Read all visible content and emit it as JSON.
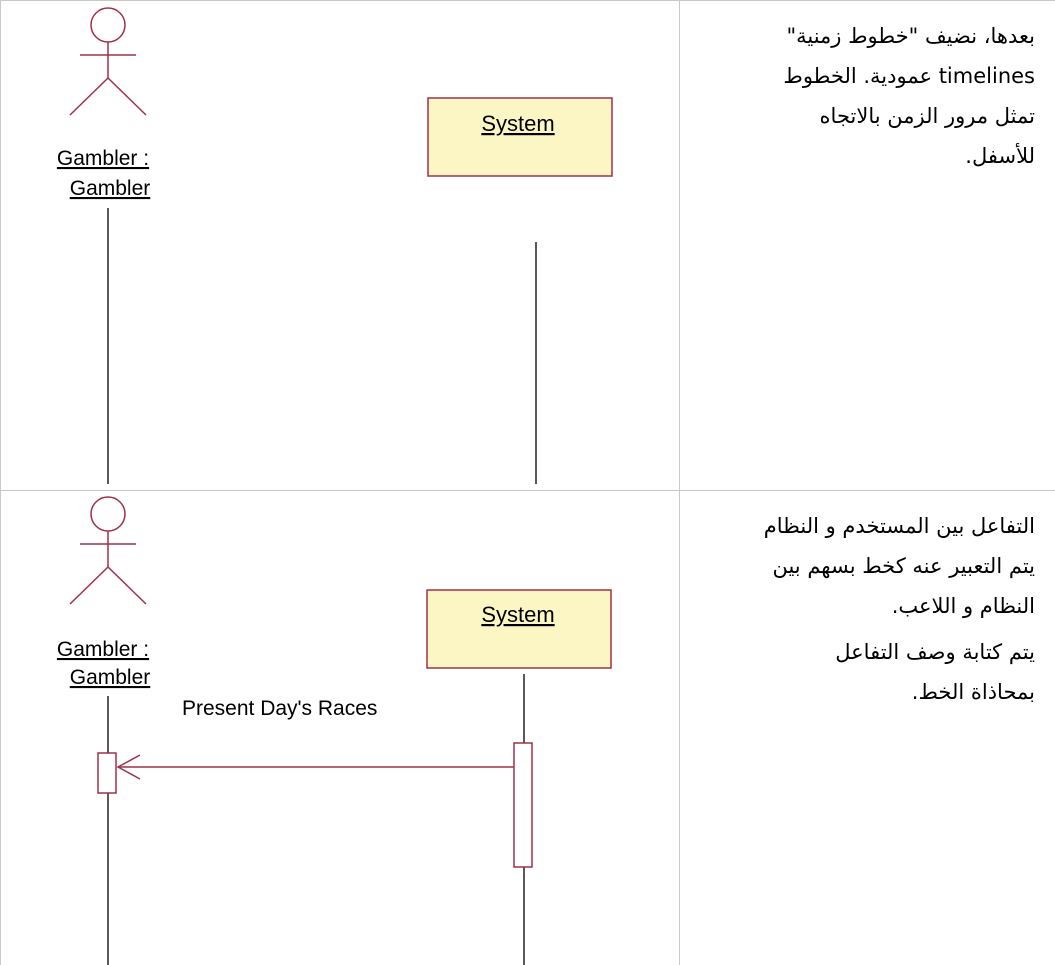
{
  "panels": [
    {
      "actor": {
        "name_line1": "Gambler :",
        "name_line2": "Gambler"
      },
      "system": {
        "name": "System"
      },
      "text_lines": [
        "بعدها، نضيف \"خطوط زمنية\"",
        "timelines عمودية. الخطوط",
        "تمثل مرور الزمن بالاتجاه",
        "للأسفل."
      ]
    },
    {
      "actor": {
        "name_line1": "Gambler :",
        "name_line2": "Gambler"
      },
      "system": {
        "name": "System"
      },
      "message": {
        "label": "Present Day's Races",
        "direction": "system-to-actor"
      },
      "text_lines": [
        "التفاعل بين المستخدم و النظام",
        "يتم التعبير عنه كخط بسهم بين",
        "النظام و اللاعب."
      ],
      "text_lines_2": [
        "يتم كتابة وصف التفاعل",
        "بمحاذاة الخط."
      ]
    }
  ],
  "colors": {
    "actor_stroke": "#a0304a",
    "system_fill": "#fbf6c3",
    "system_border": "#a0304a",
    "message_line": "#a0304a",
    "lifeline": "#000000",
    "grid": "#c8c8c8"
  }
}
